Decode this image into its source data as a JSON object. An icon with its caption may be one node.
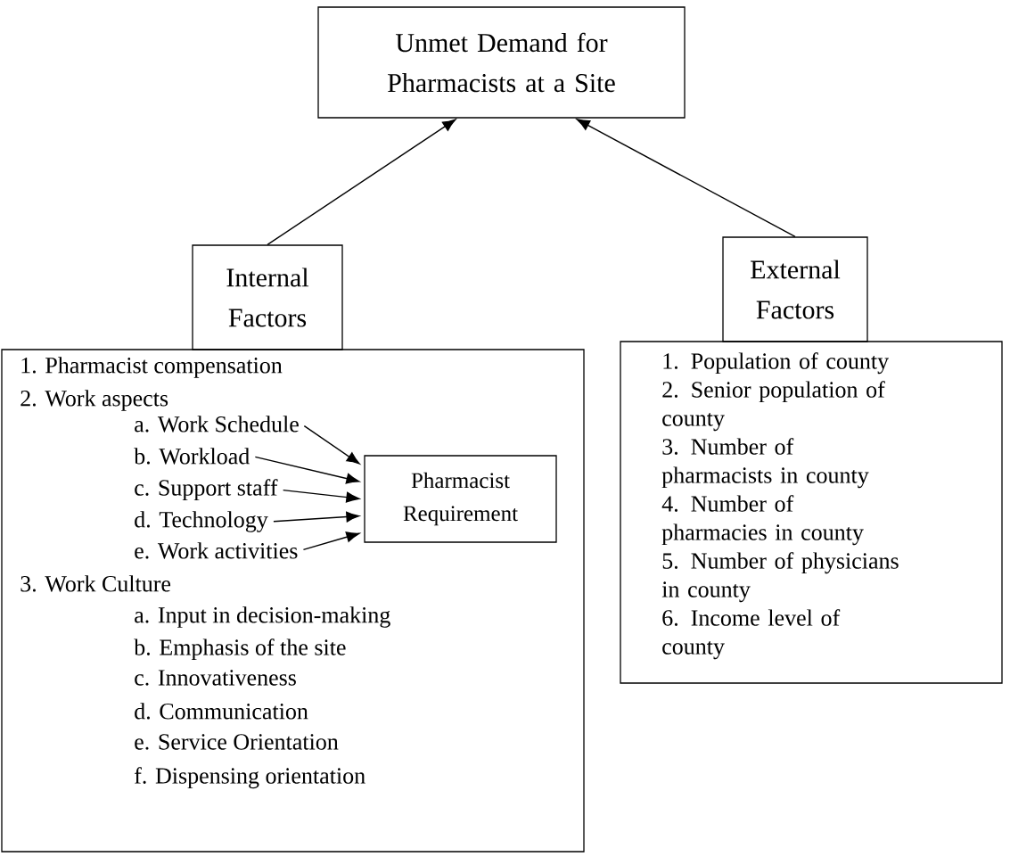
{
  "diagram": {
    "nodes": [
      {
        "text": [
          "Unmet Demand for Pharmacists at a Site"
        ]
      },
      {
        "text": [
          "Internal Factors"
        ]
      },
      {
        "text": [
          "1. Pharmacist compensation",
          "2. Work aspects",
          "3. Work Culture",
          "a. Input in decision-making",
          "b. Emphasis of the site",
          "c. Innovativeness",
          "d. Communication",
          "e. Service Orientation",
          "f. Dispensing orientation"
        ]
      },
      {
        "text": [
          "a. Work Schedule"
        ],
        "in": 2
      },
      {
        "text": [
          "b. Workload"
        ],
        "in": 2
      },
      {
        "text": [
          "c. Support staff"
        ],
        "in": 2
      },
      {
        "text": [
          "d. Technology"
        ],
        "in": 2
      },
      {
        "text": [
          "e. Work activities"
        ],
        "in": 2
      },
      {
        "text": [
          "Pharmacist Requirement"
        ],
        "in": 2
      },
      {
        "text": [
          "External Factors"
        ]
      },
      {
        "text": [
          "1. Population of county",
          "2. Senior population of county",
          "3. Number of pharmacists in county",
          "4. Number of pharmacies in county",
          "5. Number of physicians in county",
          "6. Income level of county"
        ]
      }
    ],
    "edges": [
      {
        "from": 1,
        "to": 0,
        "arrow": "to"
      },
      {
        "from": 9,
        "to": 0,
        "arrow": "to"
      },
      {
        "from": 3,
        "to": 8,
        "arrow": "to"
      },
      {
        "from": 4,
        "to": 8,
        "arrow": "to"
      },
      {
        "from": 5,
        "to": 8,
        "arrow": "to"
      },
      {
        "from": 6,
        "to": 8,
        "arrow": "to"
      },
      {
        "from": 7,
        "to": 8,
        "arrow": "to"
      }
    ]
  }
}
